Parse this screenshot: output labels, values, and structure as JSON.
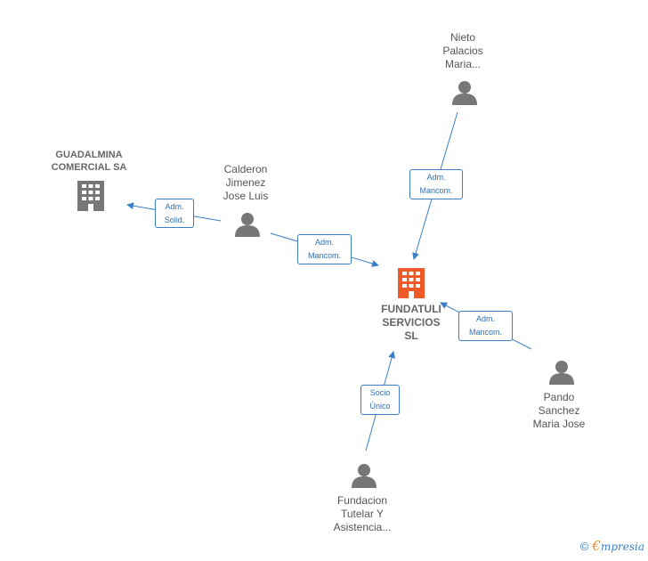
{
  "colors": {
    "edge": "#3a7fc8",
    "center_company": "#f05a28",
    "company": "#777777",
    "person": "#777777"
  },
  "nodes": {
    "center": {
      "label": "FUNDATULI\nSERVICIOS\nSL",
      "icon": "building-icon"
    },
    "guadalmina": {
      "label": "GUADALMINA\nCOMERCIAL SA",
      "icon": "building-icon"
    },
    "calderon": {
      "label": "Calderon\nJimenez\nJose Luis",
      "icon": "person-icon"
    },
    "nieto": {
      "label": "Nieto\nPalacios\nMaria...",
      "icon": "person-icon"
    },
    "pando": {
      "label": "Pando\nSanchez\nMaria Jose",
      "icon": "person-icon"
    },
    "fundacion": {
      "label": "Fundacion\nTutelar Y\nAsistencia...",
      "icon": "person-icon"
    }
  },
  "edges": {
    "calderon_guadalmina": "Adm.\nSolid.",
    "calderon_center": "Adm.\nMancom.",
    "nieto_center": "Adm.\nMancom.",
    "pando_center": "Adm.\nMancom.",
    "fundacion_center": "Socio\nÚnico"
  },
  "footer": {
    "copyright": "©",
    "brand_first": "€",
    "brand_rest": "mpresia"
  }
}
